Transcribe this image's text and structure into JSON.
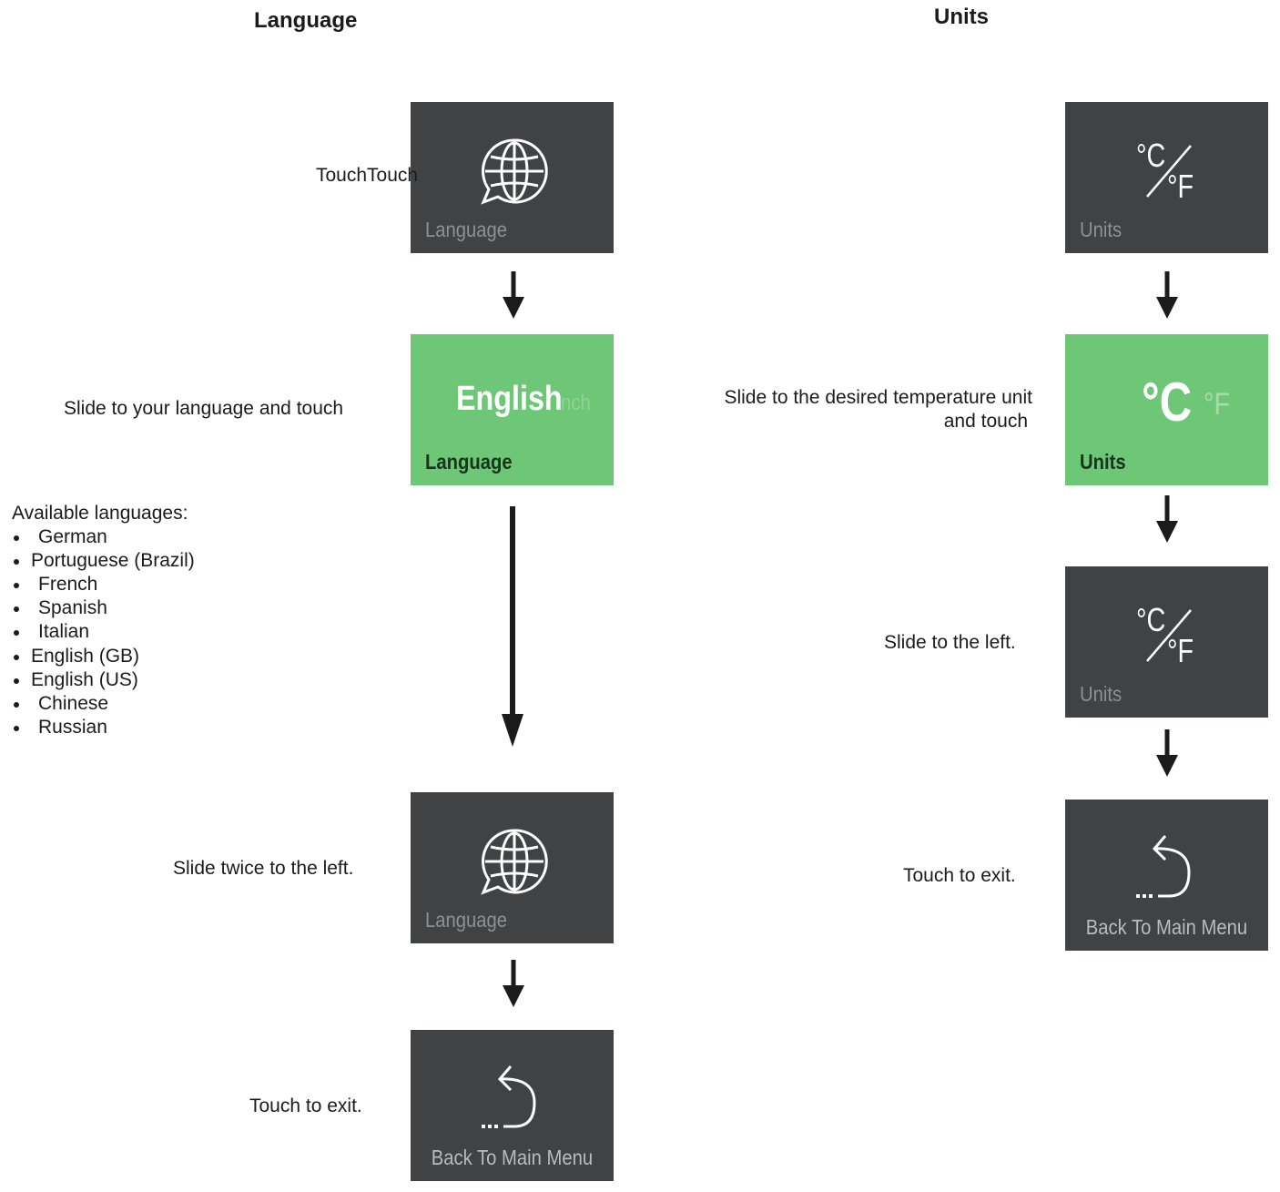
{
  "language": {
    "heading": "Language",
    "step1": {
      "instruction": "TouchTouch",
      "caption": "Language",
      "icon": "globe-speech-icon"
    },
    "step2": {
      "instruction": "Slide to your language and touch",
      "value": "English",
      "ghost_value": "nch",
      "caption": "Language"
    },
    "available": {
      "label": "Available languages:",
      "items": [
        "German",
        "Portuguese (Brazil)",
        "French",
        "Spanish",
        "Italian",
        "English (GB)",
        "English (US)",
        "Chinese",
        "Russian"
      ]
    },
    "step3": {
      "instruction": "Slide twice to the left.",
      "caption": "Language",
      "icon": "globe-speech-icon"
    },
    "step4": {
      "instruction": "Touch to exit.",
      "caption": "Back To Main Menu",
      "icon": "back-arrow-icon"
    }
  },
  "units": {
    "heading": "Units",
    "step1": {
      "caption": "Units",
      "icon": "celsius-fahrenheit-icon",
      "c": "°C",
      "f": "°F"
    },
    "step2": {
      "instruction_line1": "Slide to the desired temperature unit",
      "instruction_line2": "and touch",
      "value": "°C",
      "ghost_value": "°F",
      "caption": "Units"
    },
    "step3": {
      "instruction": "Slide to the left.",
      "caption": "Units",
      "icon": "celsius-fahrenheit-icon",
      "c": "°C",
      "f": "°F"
    },
    "step4": {
      "instruction": "Touch to exit.",
      "caption": "Back To Main Menu",
      "icon": "back-arrow-icon"
    }
  },
  "colors": {
    "tile_dark": "#404244",
    "tile_green": "#6ec677",
    "arrow": "#1b1b1b"
  }
}
